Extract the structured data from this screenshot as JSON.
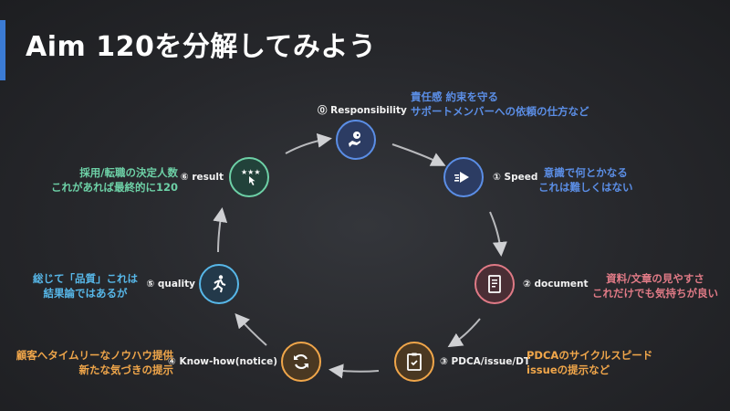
{
  "title": "Aim 120を分解してみよう",
  "colors": {
    "accent": "#3b7bd4",
    "blue": "#5b8ee6",
    "red": "#e07a86",
    "orange": "#f0a64a",
    "cyan": "#57b7e8",
    "green": "#6dd0a6"
  },
  "nodes": [
    {
      "label": "⓪ Responsibility",
      "icon": "hand-holding-icon",
      "lines": [
        "責任感 約束を守る",
        "サポートメンバーへの依頼の仕方など"
      ]
    },
    {
      "label": "① Speed",
      "icon": "fast-forward-icon",
      "lines": [
        "意識で何とかなる",
        "これは難しくはない"
      ]
    },
    {
      "label": "② document",
      "icon": "document-icon",
      "lines": [
        "資料/文章の見やすさ",
        "これだけでも気持ちが良い"
      ]
    },
    {
      "label": "③ PDCA/issue/DT",
      "icon": "clipboard-icon",
      "lines": [
        "PDCAのサイクルスピード",
        "issueの提示など"
      ]
    },
    {
      "label": "④ Know-how(notice)",
      "icon": "refresh-icon",
      "lines": [
        "顧客へタイムリーなノウハウ提供",
        "新たな気づきの提示"
      ]
    },
    {
      "label": "⑤ quality",
      "icon": "running-person-icon",
      "lines": [
        "総じて「品質」これは",
        "結果論ではあるが"
      ]
    },
    {
      "label": "⑥ result",
      "icon": "stars-click-icon",
      "lines": [
        "採用/転職の決定人数",
        "これがあれば最終的に120"
      ]
    }
  ]
}
